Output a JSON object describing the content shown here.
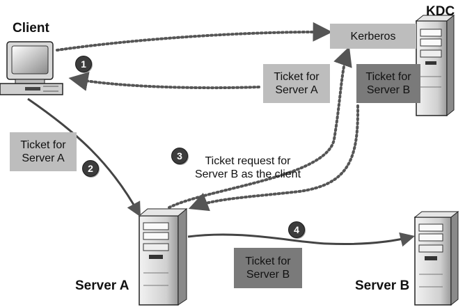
{
  "labels": {
    "client": "Client",
    "kdc": "KDC",
    "server_a": "Server A",
    "server_b": "Server B"
  },
  "kerberos": "Kerberos",
  "tickets": {
    "kdc_to_client_l1": "Ticket for",
    "kdc_to_client_l2": "Server A",
    "kdc_dark_l1": "Ticket for",
    "kdc_dark_l2": "Server B",
    "client_to_a_l1": "Ticket for",
    "client_to_a_l2": "Server A",
    "a_to_b_l1": "Ticket for",
    "a_to_b_l2": "Server B"
  },
  "steps": [
    "1",
    "2",
    "3",
    "4"
  ],
  "request_note": {
    "line1": "Ticket request for",
    "line2": "Server B as the client"
  },
  "colors": {
    "light_box": "#bdbdbd",
    "dark_box": "#7a7a7a",
    "badge": "#3c3c3c",
    "arrow": "#555555"
  }
}
